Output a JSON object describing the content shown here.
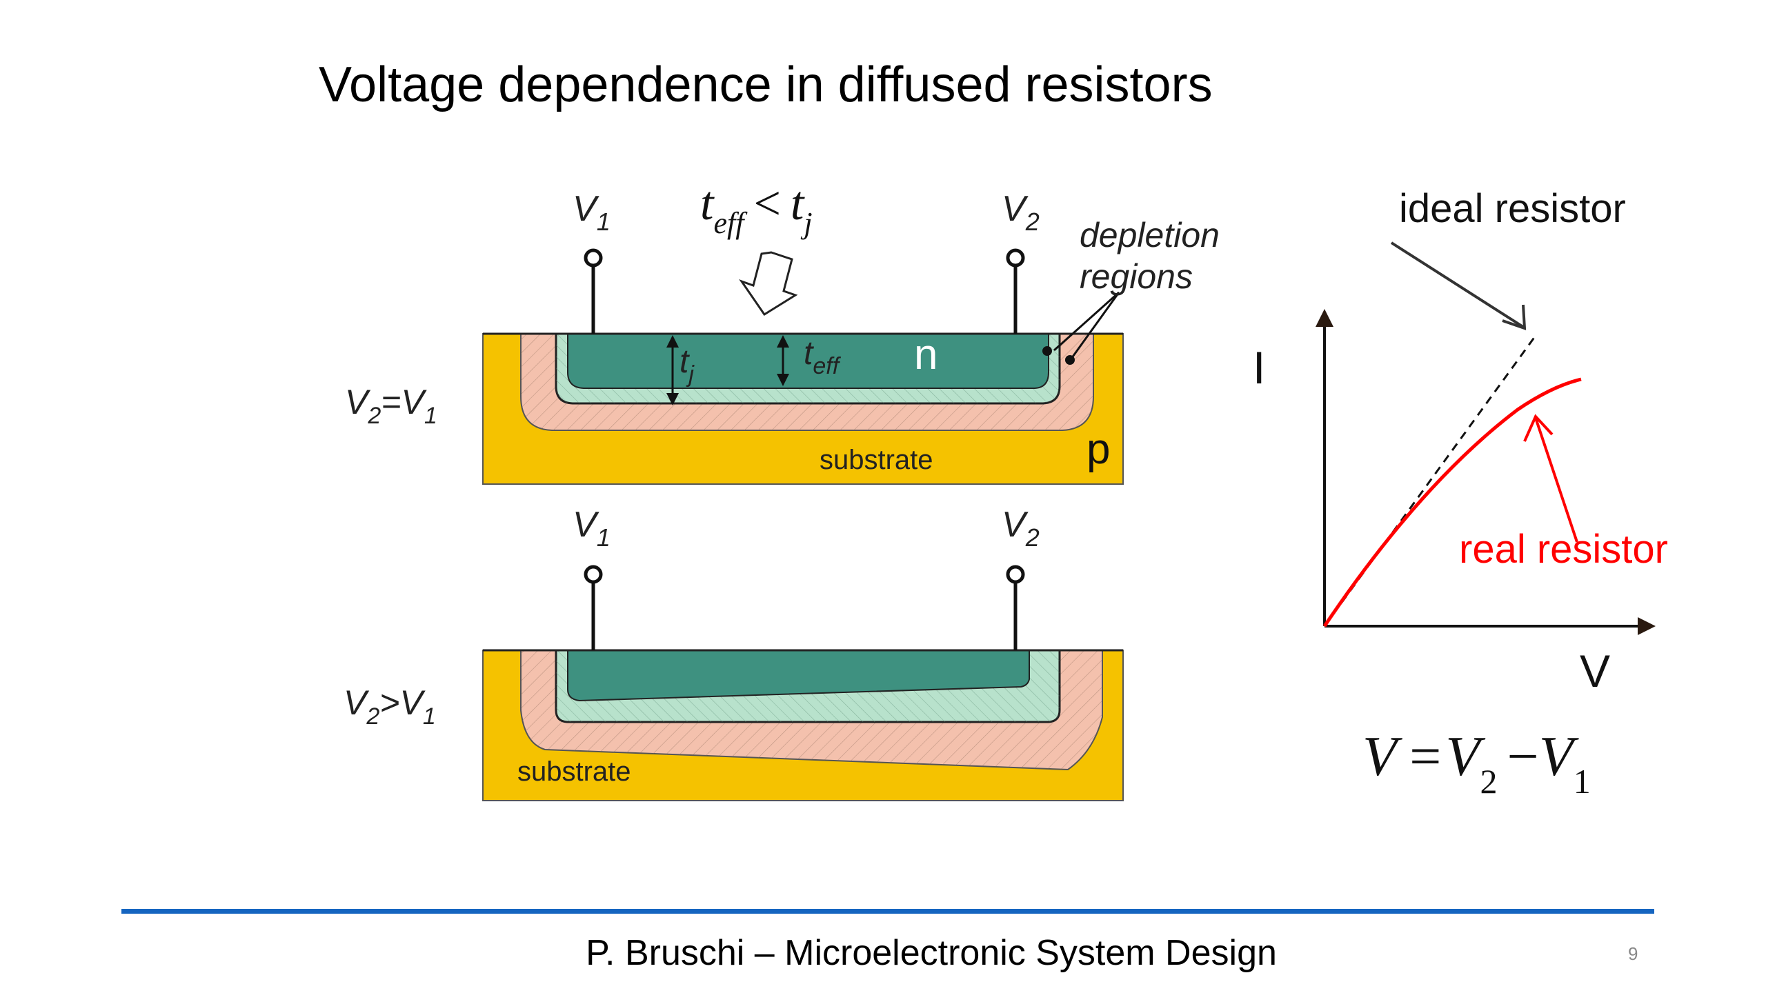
{
  "slide": {
    "title": "Voltage dependence in diffused resistors",
    "footer": "P. Bruschi – Microelectronic System Design",
    "page_number": "9"
  },
  "top_section": {
    "condition_label_main": "V",
    "condition_label_sub1": "2",
    "condition_label_op": "=V",
    "condition_label_sub2": "1",
    "terminal_left": {
      "main": "V",
      "sub": "1"
    },
    "terminal_right": {
      "main": "V",
      "sub": "2"
    },
    "inequality": {
      "lhs": "t",
      "lhs_sub": "eff",
      "op": "<",
      "rhs": "t",
      "rhs_sub": "j"
    },
    "tj_label": {
      "main": "t",
      "sub": "j"
    },
    "teff_label": {
      "main": "t",
      "sub": "eff"
    },
    "n_label": "n",
    "p_label": "p",
    "substrate_label": "substrate",
    "depletion_label_line1": "depletion",
    "depletion_label_line2": "regions"
  },
  "bottom_section": {
    "condition_label_main": "V",
    "condition_label_sub1": "2",
    "condition_label_op": ">V",
    "condition_label_sub2": "1",
    "terminal_left": {
      "main": "V",
      "sub": "1"
    },
    "terminal_right": {
      "main": "V",
      "sub": "2"
    },
    "substrate_label": "substrate"
  },
  "iv_graph": {
    "y_axis_label": "I",
    "x_axis_label": "V",
    "ideal_label": "ideal resistor",
    "real_label": "real resistor",
    "equation": {
      "lhs": "V",
      "eq": "=",
      "a": "V",
      "a_sub": "2",
      "minus": "−",
      "b": "V",
      "b_sub": "1"
    }
  },
  "colors": {
    "n_region": "#3e9180",
    "n_depletion": "#b8e2cc",
    "p_depletion": "#f4c1ad",
    "substrate": "#f5c200",
    "real_curve": "#ff0000",
    "footer_line": "#1565c0"
  }
}
